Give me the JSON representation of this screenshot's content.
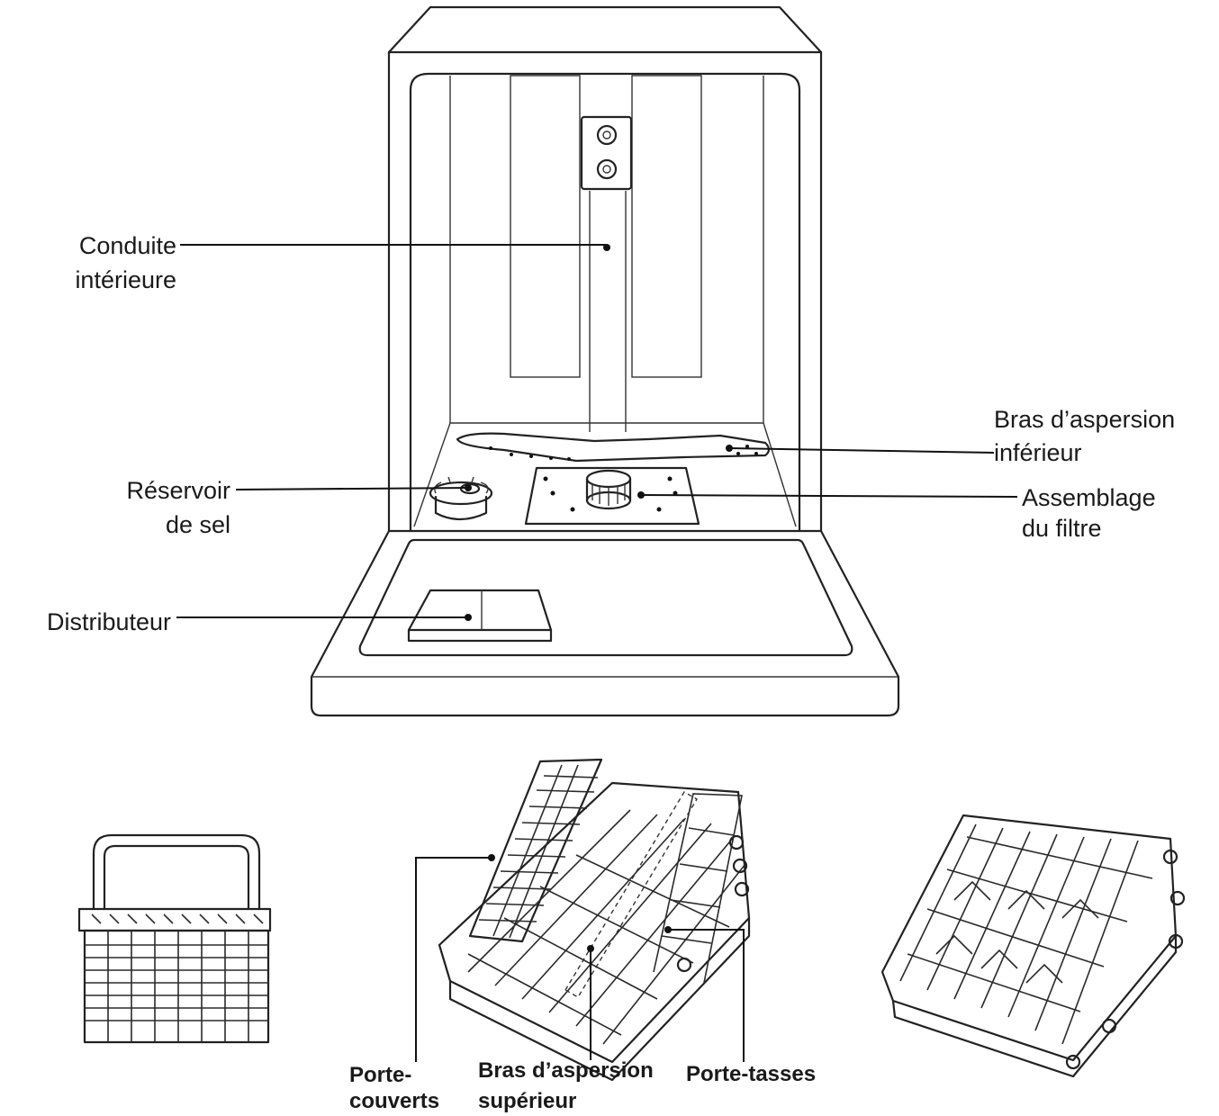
{
  "labels": {
    "conduite_line1": "Conduite",
    "conduite_line2": "intérieure",
    "bras_inf_line1": "Bras d’aspersion",
    "bras_inf_line2": "inférieur",
    "reservoir_line1": "Réservoir",
    "reservoir_line2": "de sel",
    "assemblage_line1": "Assemblage",
    "assemblage_line2": "du filtre",
    "distributeur": "Distributeur",
    "porte_couverts_line1": "Porte-",
    "porte_couverts_line2": "couverts",
    "bras_sup_line1": "Bras d’aspersion",
    "bras_sup_line2": "supérieur",
    "porte_tasses": "Porte-tasses"
  }
}
